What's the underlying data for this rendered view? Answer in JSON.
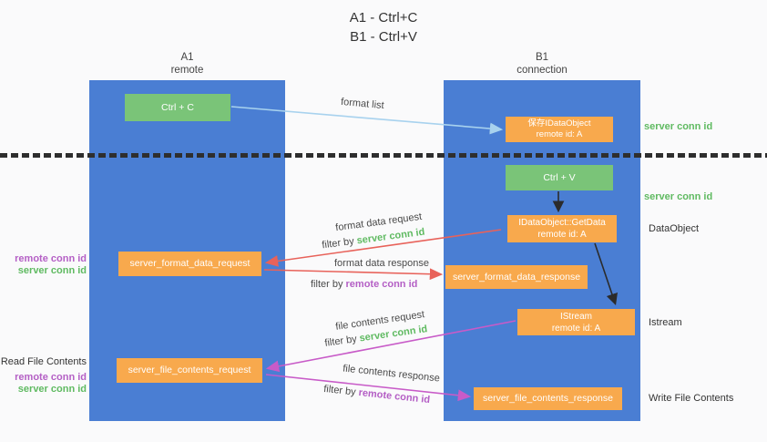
{
  "title": {
    "line1": "A1 - Ctrl+C",
    "line2": "B1 - Ctrl+V"
  },
  "lanes": {
    "a": {
      "name": "A1",
      "subtitle": "remote"
    },
    "b": {
      "name": "B1",
      "subtitle": "connection"
    }
  },
  "nodes": {
    "ctrl_c": {
      "label": "Ctrl + C"
    },
    "ctrl_v": {
      "label": "Ctrl + V"
    },
    "save_dataobject": {
      "line1": "保存IDataObject",
      "line2": "remote id: A"
    },
    "getdata": {
      "line1": "IDataObject::GetData",
      "line2": "remote id: A"
    },
    "istream": {
      "line1": "IStream",
      "line2": "remote id: A"
    },
    "format_request": {
      "label": "server_format_data_request"
    },
    "format_response": {
      "label": "server_format_data_response"
    },
    "file_request": {
      "label": "server_file_contents_request"
    },
    "file_response": {
      "label": "server_file_contents_response"
    }
  },
  "flows": {
    "format_list": {
      "label": "format list"
    },
    "format_data_request": {
      "label": "format data request",
      "filter_prefix": "filter by ",
      "filter_key": "server conn id"
    },
    "format_data_response": {
      "label": "format data response",
      "filter_prefix": "filter by ",
      "filter_key": "remote conn id"
    },
    "file_contents_request": {
      "label": "file contents request",
      "filter_prefix": "filter by ",
      "filter_key": "server conn id"
    },
    "file_contents_response": {
      "label": "file contents response",
      "filter_prefix": "filter by ",
      "filter_key": "remote conn id"
    }
  },
  "annotations": {
    "server_conn_id_top": "server conn id",
    "server_conn_id_mid": "server conn id",
    "dataobject": "DataObject",
    "istream": "Istream",
    "write_file_contents": "Write File Contents",
    "read_file_contents": "Read File Contents",
    "format_remote_conn_id": "remote conn id",
    "format_server_conn_id": "server conn id",
    "file_remote_conn_id": "remote conn id",
    "file_server_conn_id": "server conn id"
  },
  "colors": {
    "column_blue": "#4a7ed3",
    "box_green": "#7ac478",
    "box_orange": "#f8a94d",
    "text_green": "#5fba61",
    "text_purple": "#b45fc5",
    "arrow_red": "#e8625a",
    "arrow_magenta": "#c85bc8",
    "arrow_lightblue": "#a8d2ee",
    "arrow_black": "#2b2b2b",
    "bg": "#fafafb"
  }
}
